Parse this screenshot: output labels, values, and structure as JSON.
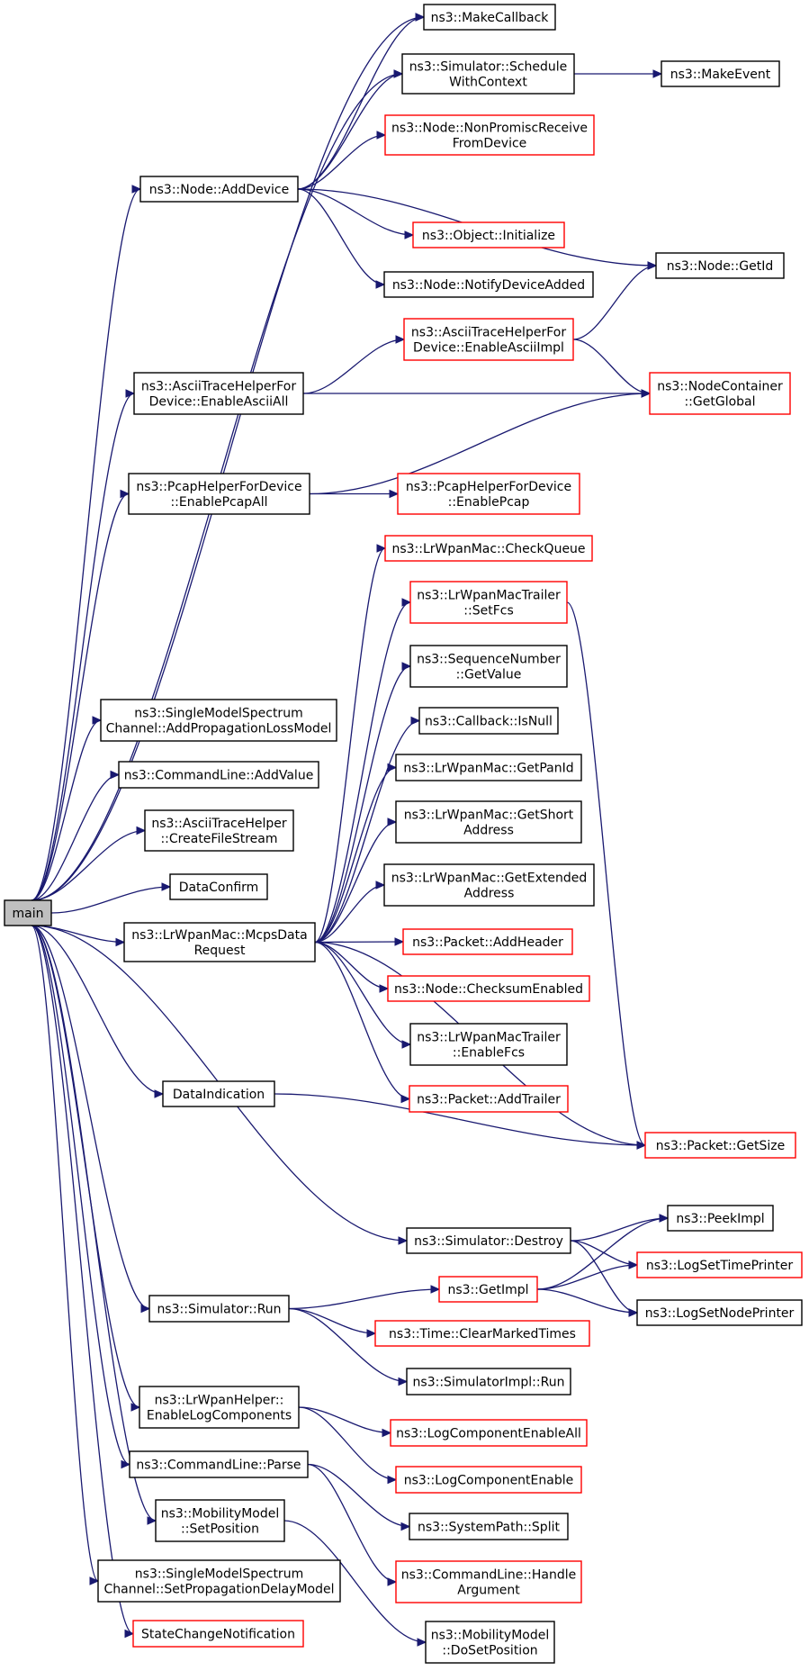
{
  "colors": {
    "edge": "#191970",
    "border_normal": "#000000",
    "border_link": "#ff0000",
    "root_fill": "#bfbfbf"
  },
  "nodes": [
    {
      "id": "main",
      "lines": [
        "main"
      ],
      "style": "root"
    },
    {
      "id": "makecallback",
      "lines": [
        "ns3::MakeCallback"
      ],
      "style": "normal"
    },
    {
      "id": "schedule",
      "lines": [
        "ns3::Simulator::Schedule",
        "WithContext"
      ],
      "style": "normal"
    },
    {
      "id": "makeevent",
      "lines": [
        "ns3::MakeEvent"
      ],
      "style": "normal"
    },
    {
      "id": "nonpromisc",
      "lines": [
        "ns3::Node::NonPromiscReceive",
        "FromDevice"
      ],
      "style": "link"
    },
    {
      "id": "adddevice",
      "lines": [
        "ns3::Node::AddDevice"
      ],
      "style": "normal"
    },
    {
      "id": "objinit",
      "lines": [
        "ns3::Object::Initialize"
      ],
      "style": "link"
    },
    {
      "id": "getid",
      "lines": [
        "ns3::Node::GetId"
      ],
      "style": "normal"
    },
    {
      "id": "notifydev",
      "lines": [
        "ns3::Node::NotifyDeviceAdded"
      ],
      "style": "normal"
    },
    {
      "id": "asciiimpl",
      "lines": [
        "ns3::AsciiTraceHelperFor",
        "Device::EnableAsciiImpl"
      ],
      "style": "link"
    },
    {
      "id": "asciiall",
      "lines": [
        "ns3::AsciiTraceHelperFor",
        "Device::EnableAsciiAll"
      ],
      "style": "normal"
    },
    {
      "id": "getglobal",
      "lines": [
        "ns3::NodeContainer",
        "::GetGlobal"
      ],
      "style": "link"
    },
    {
      "id": "pcapall",
      "lines": [
        "ns3::PcapHelperForDevice",
        "::EnablePcapAll"
      ],
      "style": "normal"
    },
    {
      "id": "pcap",
      "lines": [
        "ns3::PcapHelperForDevice",
        "::EnablePcap"
      ],
      "style": "link"
    },
    {
      "id": "checkqueue",
      "lines": [
        "ns3::LrWpanMac::CheckQueue"
      ],
      "style": "link"
    },
    {
      "id": "setfcs",
      "lines": [
        "ns3::LrWpanMacTrailer",
        "::SetFcs"
      ],
      "style": "link"
    },
    {
      "id": "seqval",
      "lines": [
        "ns3::SequenceNumber",
        "::GetValue"
      ],
      "style": "normal"
    },
    {
      "id": "isnull",
      "lines": [
        "ns3::Callback::IsNull"
      ],
      "style": "normal"
    },
    {
      "id": "panid",
      "lines": [
        "ns3::LrWpanMac::GetPanId"
      ],
      "style": "normal"
    },
    {
      "id": "shortaddr",
      "lines": [
        "ns3::LrWpanMac::GetShort",
        "Address"
      ],
      "style": "normal"
    },
    {
      "id": "extaddr",
      "lines": [
        "ns3::LrWpanMac::GetExtended",
        "Address"
      ],
      "style": "normal"
    },
    {
      "id": "addheader",
      "lines": [
        "ns3::Packet::AddHeader"
      ],
      "style": "link"
    },
    {
      "id": "checksum",
      "lines": [
        "ns3::Node::ChecksumEnabled"
      ],
      "style": "link"
    },
    {
      "id": "enablefcs",
      "lines": [
        "ns3::LrWpanMacTrailer",
        "::EnableFcs"
      ],
      "style": "normal"
    },
    {
      "id": "addtrailer",
      "lines": [
        "ns3::Packet::AddTrailer"
      ],
      "style": "link"
    },
    {
      "id": "getsize",
      "lines": [
        "ns3::Packet::GetSize"
      ],
      "style": "link"
    },
    {
      "id": "addproploss",
      "lines": [
        "ns3::SingleModelSpectrum",
        "Channel::AddPropagationLossModel"
      ],
      "style": "normal"
    },
    {
      "id": "addvalue",
      "lines": [
        "ns3::CommandLine::AddValue"
      ],
      "style": "normal"
    },
    {
      "id": "createfile",
      "lines": [
        "ns3::AsciiTraceHelper",
        "::CreateFileStream"
      ],
      "style": "normal"
    },
    {
      "id": "dataconfirm",
      "lines": [
        "DataConfirm"
      ],
      "style": "normal"
    },
    {
      "id": "mcps",
      "lines": [
        "ns3::LrWpanMac::McpsData",
        "Request"
      ],
      "style": "normal"
    },
    {
      "id": "dataind",
      "lines": [
        "DataIndication"
      ],
      "style": "normal"
    },
    {
      "id": "destroy",
      "lines": [
        "ns3::Simulator::Destroy"
      ],
      "style": "normal"
    },
    {
      "id": "peekimpl",
      "lines": [
        "ns3::PeekImpl"
      ],
      "style": "normal"
    },
    {
      "id": "logtime",
      "lines": [
        "ns3::LogSetTimePrinter"
      ],
      "style": "link"
    },
    {
      "id": "getimpl",
      "lines": [
        "ns3::GetImpl"
      ],
      "style": "link"
    },
    {
      "id": "lognode",
      "lines": [
        "ns3::LogSetNodePrinter"
      ],
      "style": "normal"
    },
    {
      "id": "simrun",
      "lines": [
        "ns3::Simulator::Run"
      ],
      "style": "normal"
    },
    {
      "id": "clearmarked",
      "lines": [
        "ns3::Time::ClearMarkedTimes"
      ],
      "style": "link"
    },
    {
      "id": "implrun",
      "lines": [
        "ns3::SimulatorImpl::Run"
      ],
      "style": "normal"
    },
    {
      "id": "enablelog",
      "lines": [
        "ns3::LrWpanHelper::",
        "EnableLogComponents"
      ],
      "style": "normal"
    },
    {
      "id": "logall",
      "lines": [
        "ns3::LogComponentEnableAll"
      ],
      "style": "link"
    },
    {
      "id": "logenable",
      "lines": [
        "ns3::LogComponentEnable"
      ],
      "style": "link"
    },
    {
      "id": "parse",
      "lines": [
        "ns3::CommandLine::Parse"
      ],
      "style": "normal"
    },
    {
      "id": "split",
      "lines": [
        "ns3::SystemPath::Split"
      ],
      "style": "normal"
    },
    {
      "id": "setpos",
      "lines": [
        "ns3::MobilityModel",
        "::SetPosition"
      ],
      "style": "normal"
    },
    {
      "id": "handlearg",
      "lines": [
        "ns3::CommandLine::Handle",
        "Argument"
      ],
      "style": "link"
    },
    {
      "id": "setpropdelay",
      "lines": [
        "ns3::SingleModelSpectrum",
        "Channel::SetPropagationDelayModel"
      ],
      "style": "normal"
    },
    {
      "id": "statechange",
      "lines": [
        "StateChangeNotification"
      ],
      "style": "link"
    },
    {
      "id": "dosetpos",
      "lines": [
        "ns3::MobilityModel",
        "::DoSetPosition"
      ],
      "style": "normal"
    }
  ],
  "edges": [
    [
      "main",
      "makecallback"
    ],
    [
      "main",
      "schedule"
    ],
    [
      "main",
      "adddevice"
    ],
    [
      "main",
      "asciiall"
    ],
    [
      "main",
      "pcapall"
    ],
    [
      "main",
      "addproploss"
    ],
    [
      "main",
      "addvalue"
    ],
    [
      "main",
      "createfile"
    ],
    [
      "main",
      "dataconfirm"
    ],
    [
      "main",
      "mcps"
    ],
    [
      "main",
      "dataind"
    ],
    [
      "main",
      "destroy"
    ],
    [
      "main",
      "simrun"
    ],
    [
      "main",
      "enablelog"
    ],
    [
      "main",
      "parse"
    ],
    [
      "main",
      "setpos"
    ],
    [
      "main",
      "setpropdelay"
    ],
    [
      "main",
      "statechange"
    ],
    [
      "schedule",
      "makeevent"
    ],
    [
      "adddevice",
      "makecallback"
    ],
    [
      "adddevice",
      "schedule"
    ],
    [
      "adddevice",
      "nonpromisc"
    ],
    [
      "adddevice",
      "objinit"
    ],
    [
      "adddevice",
      "getid"
    ],
    [
      "adddevice",
      "notifydev"
    ],
    [
      "asciiall",
      "asciiimpl"
    ],
    [
      "asciiall",
      "getglobal"
    ],
    [
      "asciiimpl",
      "getid"
    ],
    [
      "asciiimpl",
      "getglobal"
    ],
    [
      "pcapall",
      "getglobal"
    ],
    [
      "pcapall",
      "pcap"
    ],
    [
      "mcps",
      "checkqueue"
    ],
    [
      "mcps",
      "setfcs"
    ],
    [
      "mcps",
      "seqval"
    ],
    [
      "mcps",
      "isnull"
    ],
    [
      "mcps",
      "panid"
    ],
    [
      "mcps",
      "shortaddr"
    ],
    [
      "mcps",
      "extaddr"
    ],
    [
      "mcps",
      "addheader"
    ],
    [
      "mcps",
      "checksum"
    ],
    [
      "mcps",
      "enablefcs"
    ],
    [
      "mcps",
      "addtrailer"
    ],
    [
      "mcps",
      "getsize"
    ],
    [
      "setfcs",
      "getsize"
    ],
    [
      "dataind",
      "getsize"
    ],
    [
      "destroy",
      "peekimpl"
    ],
    [
      "destroy",
      "logtime"
    ],
    [
      "destroy",
      "lognode"
    ],
    [
      "getimpl",
      "peekimpl"
    ],
    [
      "getimpl",
      "logtime"
    ],
    [
      "getimpl",
      "lognode"
    ],
    [
      "simrun",
      "getimpl"
    ],
    [
      "simrun",
      "clearmarked"
    ],
    [
      "simrun",
      "implrun"
    ],
    [
      "enablelog",
      "logall"
    ],
    [
      "enablelog",
      "logenable"
    ],
    [
      "parse",
      "split"
    ],
    [
      "parse",
      "handlearg"
    ],
    [
      "setpos",
      "dosetpos"
    ]
  ]
}
